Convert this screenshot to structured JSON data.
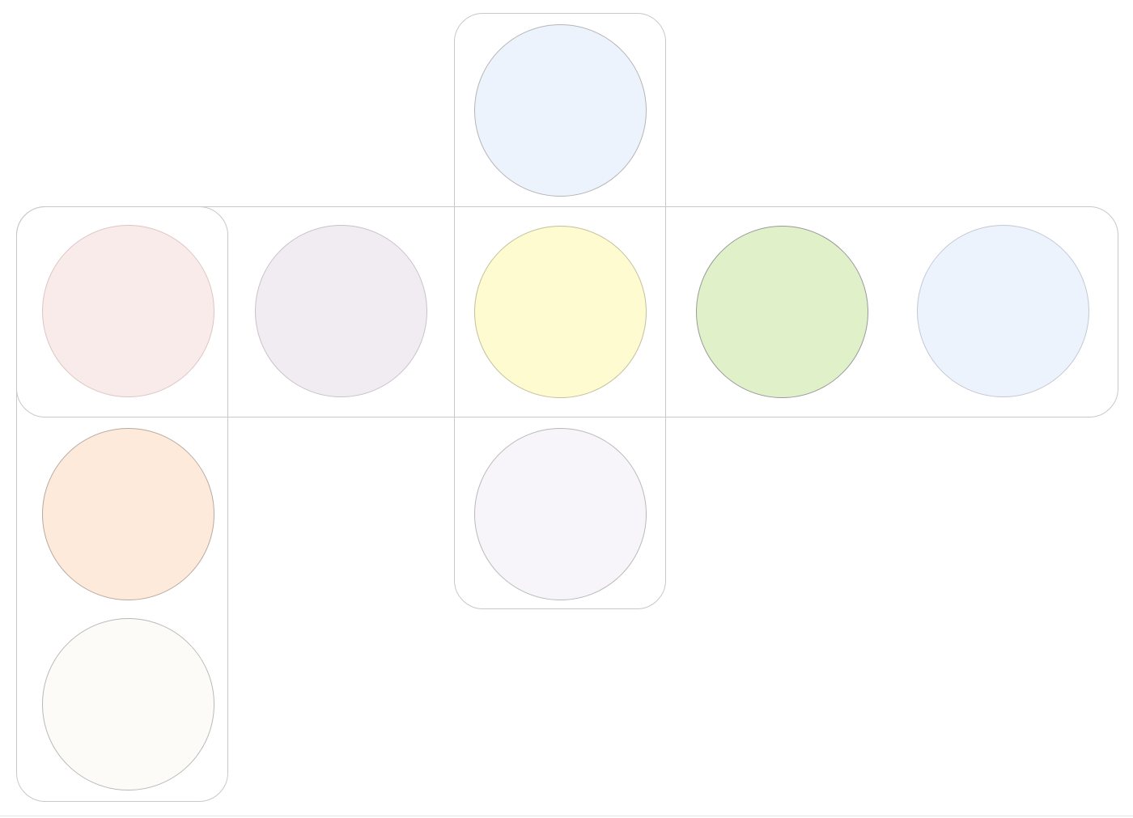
{
  "circles": [
    {
      "id": "circle-1",
      "fill": "#edf3fd",
      "stroke": "#b5b5b5"
    },
    {
      "id": "circle-2",
      "fill": "#f9ebea",
      "stroke": "#dcc6c4"
    },
    {
      "id": "circle-3",
      "fill": "#f1ecf1",
      "stroke": "#c9c2c9"
    },
    {
      "id": "circle-4",
      "fill": "#fefbd1",
      "stroke": "#c3c09c"
    },
    {
      "id": "circle-5",
      "fill": "#e0f1c9",
      "stroke": "#9a9a9a"
    },
    {
      "id": "circle-6",
      "fill": "#edf3fd",
      "stroke": "#c3c8d2"
    },
    {
      "id": "circle-7",
      "fill": "#fdeadb",
      "stroke": "#b8aaa0"
    },
    {
      "id": "circle-8",
      "fill": "#f7f5f9",
      "stroke": "#b9b9b9"
    },
    {
      "id": "circle-9",
      "fill": "#fdfbf8",
      "stroke": "#b9b9b9"
    }
  ],
  "group_border": "#c8c8c8"
}
